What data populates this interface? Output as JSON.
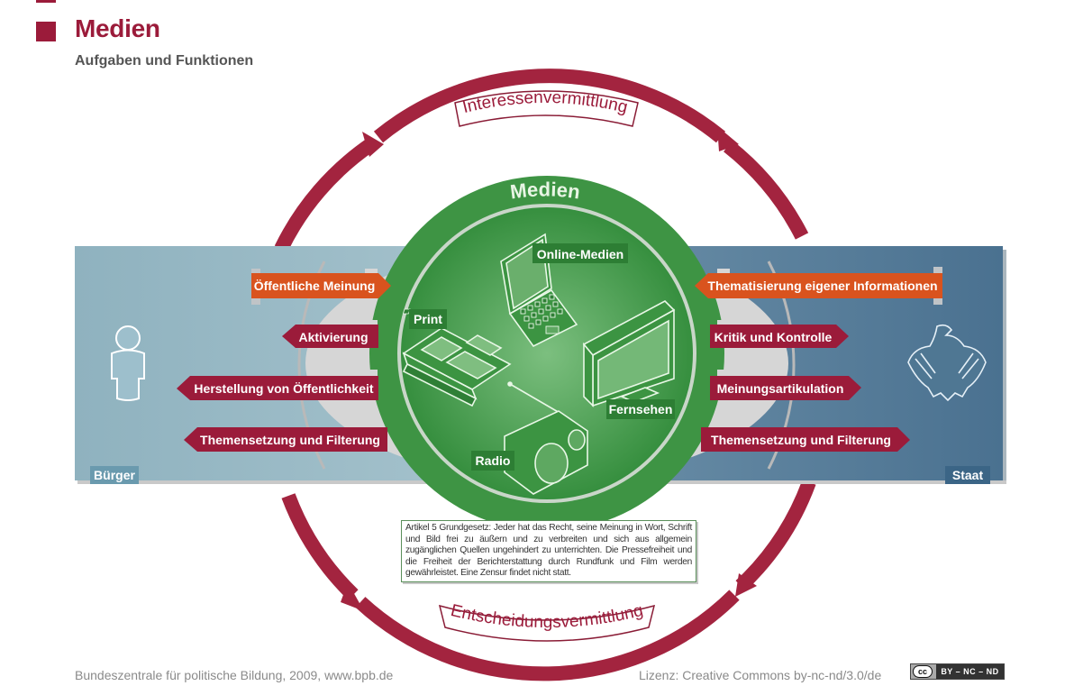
{
  "header": {
    "title": "Medien",
    "subtitle": "Aufgaben und Funktionen"
  },
  "colors": {
    "brand": "#9b1b3a",
    "arc": "#a3243f",
    "green": "#3e9444",
    "green_dark": "#2f7f35",
    "citizen_panel": "#8fb3c0",
    "state_panel": "#4f7793",
    "orange_arrow": "#d9531e",
    "red_arrow": "#9b1b3a",
    "grey_band": "#d3d3d3"
  },
  "diagram": {
    "top_arc_label": "Interessenvermittlung",
    "bottom_arc_label": "Entscheidungsvermittlung",
    "center_title": "Medien",
    "media": [
      {
        "id": "online",
        "label": "Online-Medien",
        "icon": "laptop-icon"
      },
      {
        "id": "print",
        "label": "Print",
        "icon": "newspaper-icon"
      },
      {
        "id": "tv",
        "label": "Fernsehen",
        "icon": "television-icon"
      },
      {
        "id": "radio",
        "label": "Radio",
        "icon": "radio-icon"
      }
    ],
    "citizen": {
      "label": "Bürger",
      "icon": "person-icon",
      "arrows": [
        {
          "label": "Öffentliche Meinung",
          "direction": "right",
          "style": "orange"
        },
        {
          "label": "Aktivierung",
          "direction": "left",
          "style": "red"
        },
        {
          "label": "Herstellung von Öffentlichkeit",
          "direction": "left",
          "style": "red"
        },
        {
          "label": "Themensetzung und Filterung",
          "direction": "left",
          "style": "red"
        }
      ]
    },
    "state": {
      "label": "Staat",
      "icon": "federal-eagle-icon",
      "arrows": [
        {
          "label": "Thematisierung eigener Informationen",
          "direction": "left",
          "style": "orange"
        },
        {
          "label": "Kritik und Kontrolle",
          "direction": "right",
          "style": "red"
        },
        {
          "label": "Meinungsartikulation",
          "direction": "right",
          "style": "red"
        },
        {
          "label": "Themensetzung und Filterung",
          "direction": "right",
          "style": "red"
        }
      ]
    },
    "article_text": "Artikel 5 Grundgesetz: Jeder hat das Recht, seine Meinung in Wort, Schrift und Bild frei zu äußern und zu verbreiten und sich aus allgemein zugänglichen Quellen ungehindert zu unterrichten. Die Pressefreiheit und die Freiheit der Berichterstattung durch Rundfunk und Film werden gewährleistet. Eine Zensur findet nicht statt."
  },
  "footer": {
    "source": "Bundeszentrale für politische Bildung, 2009, www.bpb.de",
    "license": "Lizenz: Creative Commons by-nc-nd/3.0/de",
    "cc_badge": "cc",
    "cc_terms": "BY – NC – ND"
  }
}
